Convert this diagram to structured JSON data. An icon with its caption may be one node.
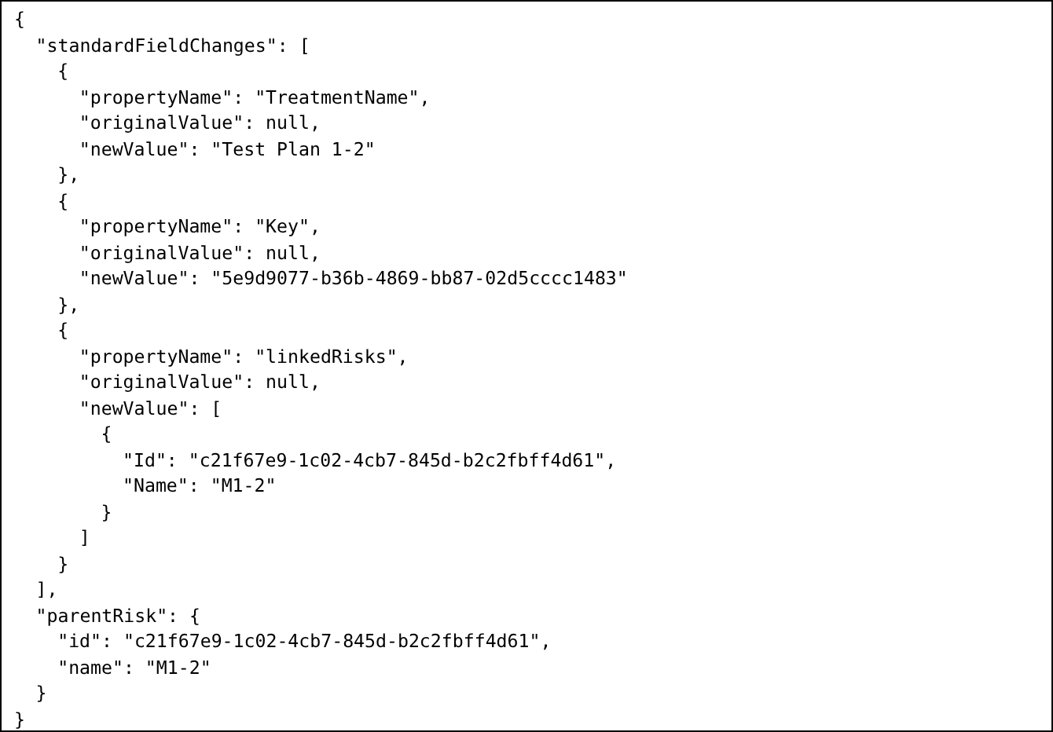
{
  "diagram": {
    "labels": [
      "{",
      "\"standardFieldChanges\": [",
      "{",
      "\"propertyName\": \"TreatmentName\",",
      "\"originalValue\": null,",
      "\"newValue\": \"Test Plan 1-2\"",
      "},",
      "{",
      "\"propertyName\": \"Key\",",
      "\"originalValue\": null,",
      "\"newValue\": \"5e9d9077-b36b-4869-bb87-02d5cccc1483\"",
      "},",
      "{",
      "\"propertyName\": \"linkedRisks\",",
      "\"originalValue\": null,",
      "\"newValue\": [",
      "{",
      "\"Id\": \"c21f67e9-1c02-4cb7-845d-b2c2fbff4d61\",",
      "\"Name\": \"M1-2\"",
      "}",
      "]",
      "}",
      "],",
      "\"parentRisk\": {",
      "\"id\": \"c21f67e9-1c02-4cb7-845d-b2c2fbff4d61\",",
      "\"name\": \"M1-2\"",
      "}",
      "}"
    ]
  }
}
